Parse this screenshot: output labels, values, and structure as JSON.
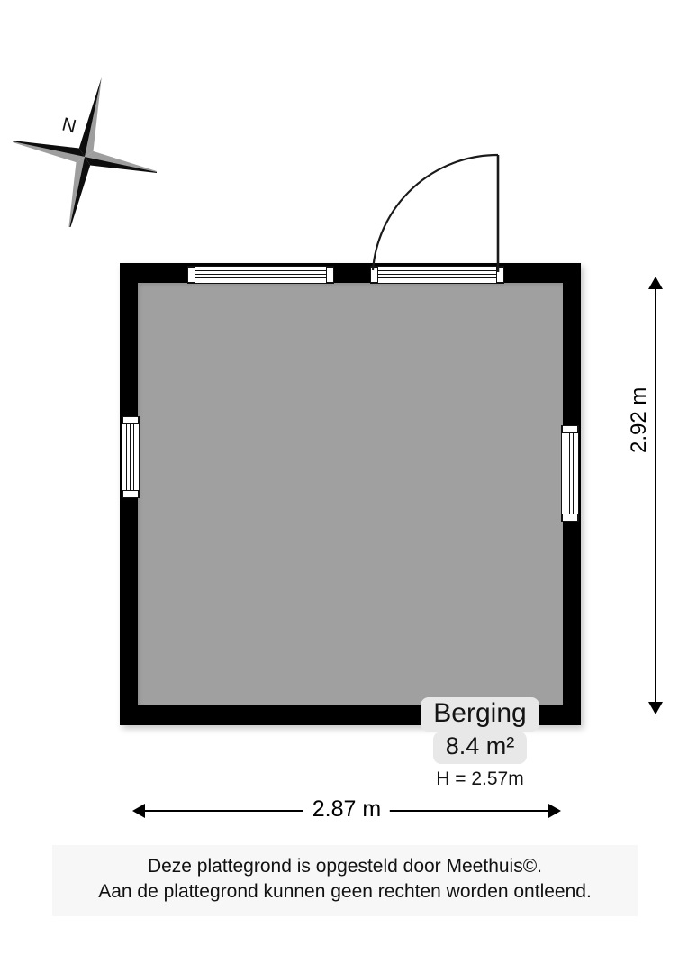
{
  "compass": {
    "north_label": "N",
    "icon": "compass-rose-north-arrow"
  },
  "plan": {
    "room": {
      "name": "Berging",
      "area": "8.4 m²",
      "height": "H = 2.57m",
      "fill_color": "#a0a0a0",
      "wall_color": "#000000"
    },
    "openings": [
      {
        "id": "window-top",
        "kind": "window",
        "wall": "top"
      },
      {
        "id": "door-top-right",
        "kind": "door",
        "wall": "top"
      },
      {
        "id": "window-left",
        "kind": "window",
        "wall": "left"
      },
      {
        "id": "window-right",
        "kind": "window",
        "wall": "right"
      }
    ]
  },
  "dimensions": {
    "vertical": "2.92 m",
    "horizontal": "2.87 m"
  },
  "footer": {
    "line1": "Deze plattegrond is opgesteld door Meethuis©.",
    "line2": "Aan de plattegrond kunnen geen rechten worden ontleend."
  }
}
